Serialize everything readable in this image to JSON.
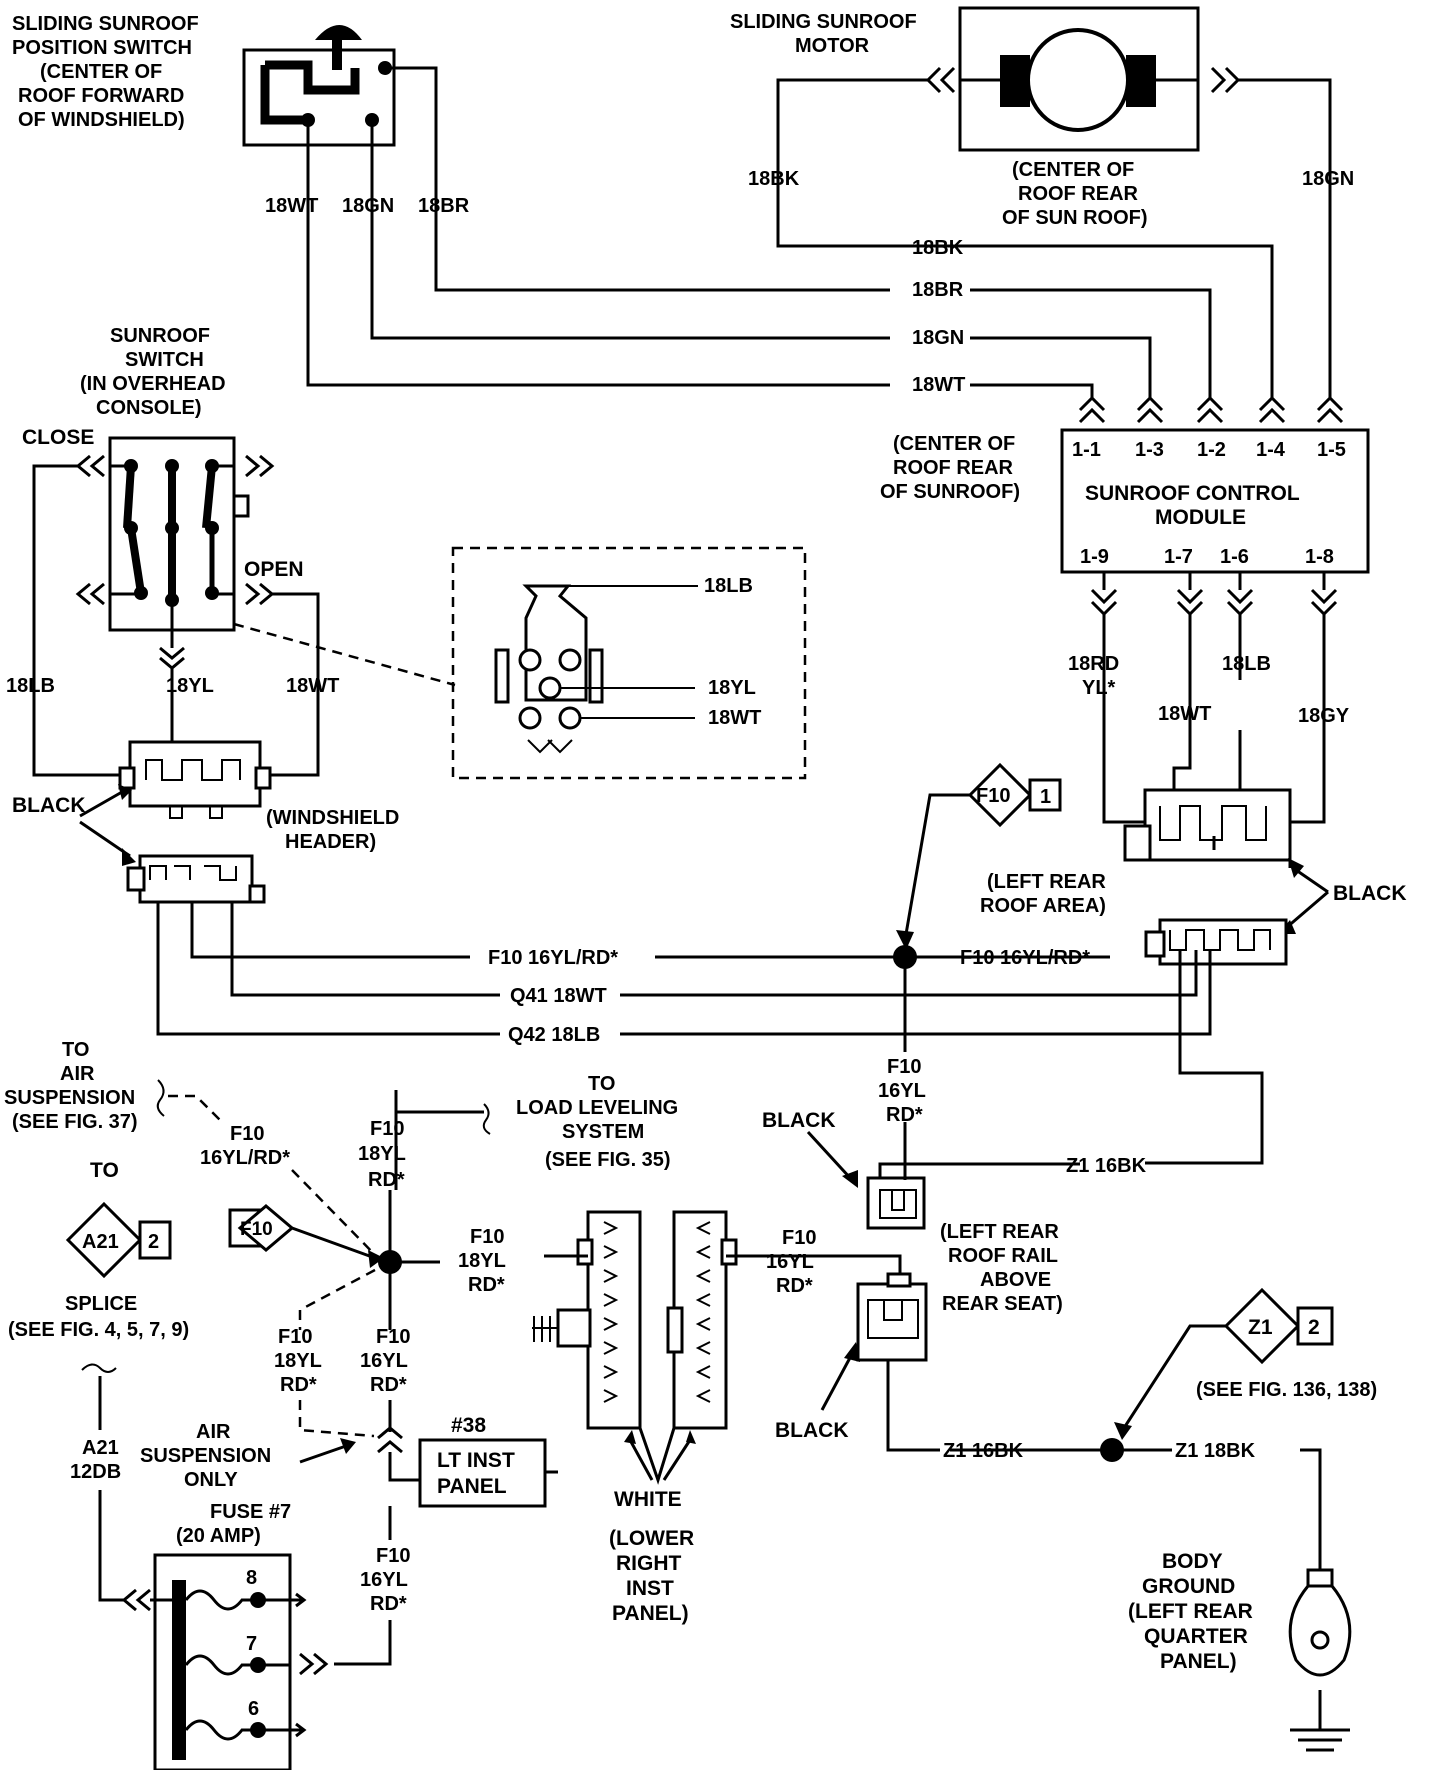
{
  "labels": {
    "pos_switch_title": [
      "SLIDING SUNROOF",
      "POSITION SWITCH",
      "(CENTER OF",
      "ROOF FORWARD",
      "OF WINDSHIELD)"
    ],
    "motor_title": [
      "SLIDING SUNROOF",
      "MOTOR"
    ],
    "motor_location": [
      "(CENTER OF",
      "ROOF REAR",
      "OF SUN ROOF)"
    ],
    "sunroof_switch_title": [
      "SUNROOF",
      "SWITCH",
      "(IN OVERHEAD",
      "CONSOLE)"
    ],
    "close": "CLOSE",
    "open": "OPEN",
    "module_location": [
      "(CENTER OF",
      "ROOF REAR",
      "OF SUNROOF)"
    ],
    "module_title": [
      "SUNROOF CONTROL",
      "MODULE"
    ],
    "module_pins_top": [
      "1-1",
      "1-3",
      "1-2",
      "1-4",
      "1-5"
    ],
    "module_pins_bottom": [
      "1-9",
      "1-7",
      "1-6",
      "1-8"
    ],
    "windshield_header": [
      "(WINDSHIELD",
      "HEADER)"
    ],
    "left_rear_roof_area": [
      "(LEFT REAR",
      "ROOF AREA)"
    ],
    "black": "BLACK",
    "white": "WHITE",
    "to_air_suspension": [
      "TO",
      "AIR",
      "SUSPENSION",
      "(SEE FIG. 37)"
    ],
    "to_load_leveling": [
      "TO",
      "LOAD LEVELING",
      "SYSTEM",
      "(SEE FIG. 35)"
    ],
    "to": "TO",
    "splice": [
      "SPLICE",
      "(SEE FIG. 4, 5, 7, 9)"
    ],
    "air_susp_only": [
      "AIR",
      "SUSPENSION",
      "ONLY"
    ],
    "fuse": [
      "FUSE #7",
      "(20 AMP)"
    ],
    "fuse_numbers": [
      "8",
      "7",
      "6"
    ],
    "lt_inst_ref": "#38",
    "lt_inst_panel": [
      "LT INST",
      "PANEL"
    ],
    "lower_right_inst": [
      "(LOWER",
      "RIGHT",
      "INST",
      "PANEL)"
    ],
    "left_rear_roof_rail": [
      "(LEFT REAR",
      "ROOF RAIL",
      "ABOVE",
      "REAR SEAT)"
    ],
    "see_fig_136": "(SEE FIG. 136, 138)",
    "body_ground": [
      "BODY",
      "GROUND",
      "(LEFT REAR",
      "QUARTER",
      "PANEL)"
    ],
    "f10_badge": "F10",
    "f10_badge_num": "1",
    "a21_badge": "A21",
    "a21_badge_num": "2",
    "z1_badge": "Z1",
    "z1_badge_num": "2"
  },
  "wires": {
    "wt18": "18WT",
    "gn18": "18GN",
    "br18": "18BR",
    "bk18": "18BK",
    "lb18": "18LB",
    "yl18": "18YL",
    "gy18": "18GY",
    "rd_yl": [
      "18RD",
      "YL*"
    ],
    "f10_yl_rd": "F10 16YL/RD*",
    "q41": "Q41 18WT",
    "q42": "Q42 18LB",
    "f10_stack": [
      "F10",
      "16YL",
      "RD*"
    ],
    "f10_air": [
      "F10",
      "16YL/RD*"
    ],
    "f10_18yl": [
      "F10",
      "18YL",
      "RD*"
    ],
    "z1_16bk": "Z1 16BK",
    "z1_18bk": "Z1 18BK",
    "a21": [
      "A21",
      "12DB"
    ]
  }
}
